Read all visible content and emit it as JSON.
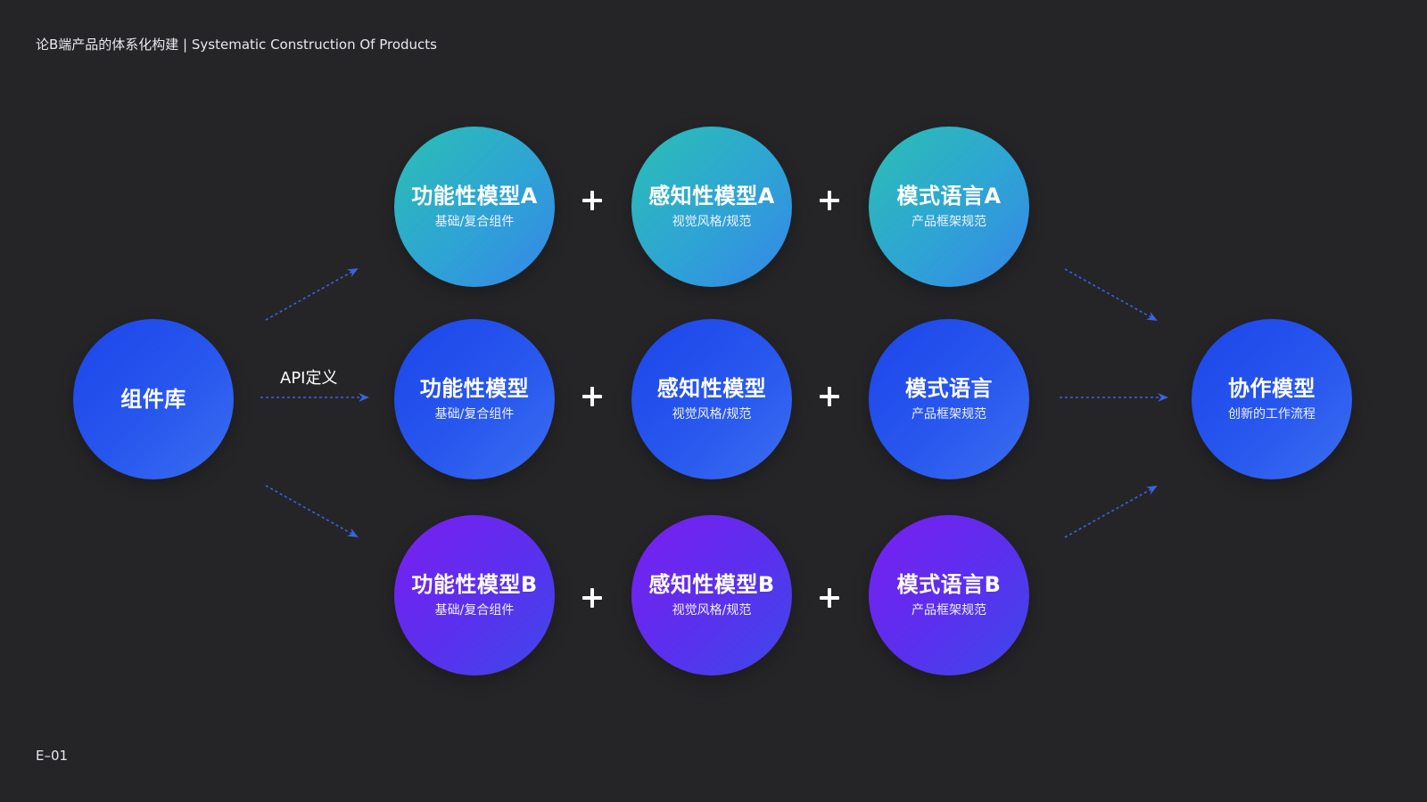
{
  "header": {
    "title": "论B端产品的体系化构建 | Systematic Construction Of Products"
  },
  "footer": {
    "page_code": "E–01"
  },
  "source_node": {
    "title": "组件库"
  },
  "edge_label": "API定义",
  "rows": [
    {
      "variant": "A",
      "color": "teal",
      "nodes": [
        {
          "title": "功能性模型A",
          "sub": "基础/复合组件"
        },
        {
          "title": "感知性模型A",
          "sub": "视觉风格/规范"
        },
        {
          "title": "模式语言A",
          "sub": "产品框架规范"
        }
      ]
    },
    {
      "variant": "",
      "color": "blue",
      "nodes": [
        {
          "title": "功能性模型",
          "sub": "基础/复合组件"
        },
        {
          "title": "感知性模型",
          "sub": "视觉风格/规范"
        },
        {
          "title": "模式语言",
          "sub": "产品框架规范"
        }
      ]
    },
    {
      "variant": "B",
      "color": "purple",
      "nodes": [
        {
          "title": "功能性模型B",
          "sub": "基础/复合组件"
        },
        {
          "title": "感知性模型B",
          "sub": "视觉风格/规范"
        },
        {
          "title": "模式语言B",
          "sub": "产品框架规范"
        }
      ]
    }
  ],
  "target_node": {
    "title": "协作模型",
    "sub": "创新的工作流程"
  },
  "colors": {
    "background": "#252528",
    "arrow": "#3a63e6",
    "teal_start": "#2bbfb4",
    "blue_start": "#1c46ea",
    "purple_start": "#7b1ff0"
  }
}
